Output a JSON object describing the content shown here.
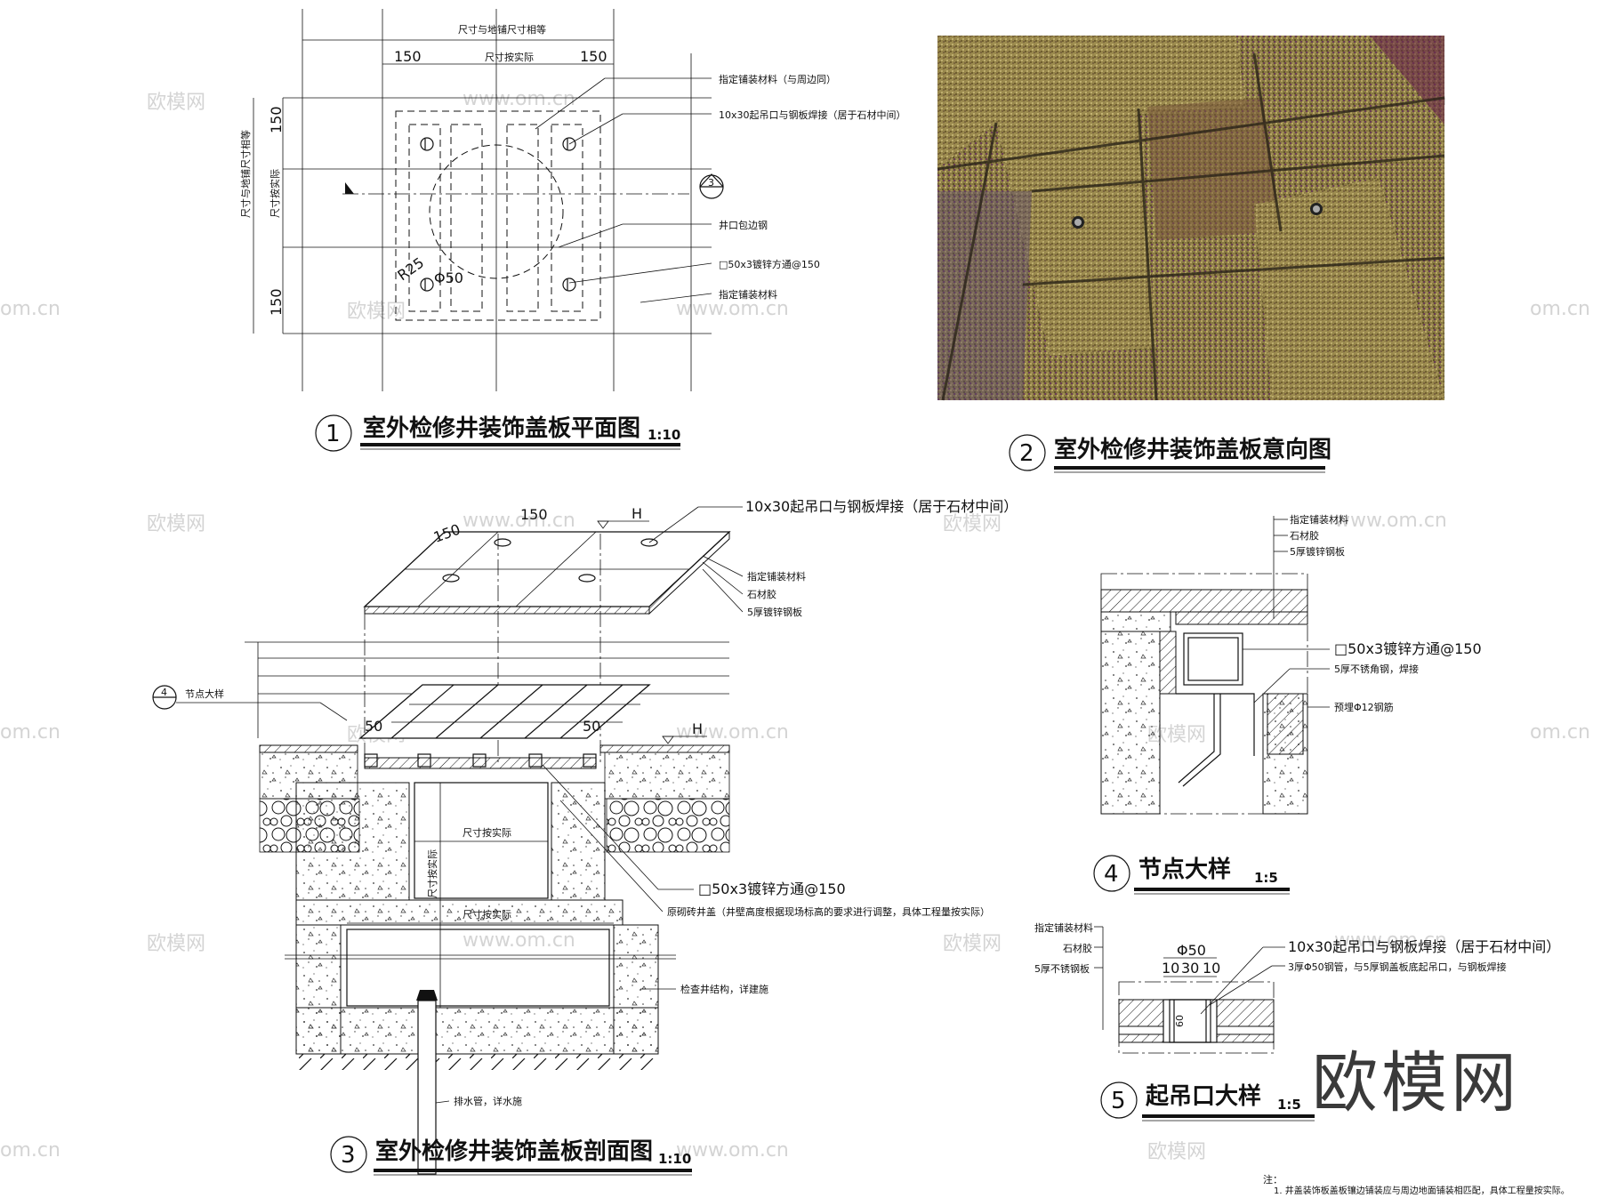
{
  "watermark": {
    "brand": "欧模网",
    "url": "www.om.cn",
    "url_short": "om.cn"
  },
  "detail1": {
    "number": "1",
    "title": "室外检修井装饰盖板平面图",
    "scale": "1:10",
    "dims": {
      "top_left": "150",
      "top_right": "150",
      "left_top": "150",
      "left_bottom": "150",
      "radius": "R25",
      "hole": "Φ50"
    },
    "dim_texts": {
      "overall_top": "尺寸与地铺尺寸相等",
      "inner_top": "尺寸按实际",
      "overall_left": "尺寸与地铺尺寸相等",
      "inner_left": "尺寸按实际"
    },
    "callouts": [
      "指定铺装材料（与周边同）",
      "10x30起吊口与钢板焊接（居于石材中间）",
      "井口包边钢",
      "□50x3镀锌方通@150",
      "指定铺装材料"
    ],
    "section_mark": "3"
  },
  "detail2": {
    "number": "2",
    "title": "室外检修井装饰盖板意向图"
  },
  "detail3": {
    "number": "3",
    "title": "室外检修井装饰盖板剖面图",
    "scale": "1:10",
    "dims": {
      "d150a": "150",
      "d150b": "150",
      "d50a": "50",
      "d50b": "50",
      "h1": "H",
      "h2": "H"
    },
    "callouts": [
      "10x30起吊口与钢板焊接（居于石材中间）",
      "指定铺装材料",
      "石材胶",
      "5厚镀锌钢板",
      "□50x3镀锌方通@150",
      "原砌砖井盖（井壁高度根据现场标高的要求进行调整，具体工程量按实际）",
      "检查井结构，详建施",
      "排水管，详水施"
    ],
    "dim_texts": {
      "inner_w": "尺寸按实际",
      "inner_w2": "尺寸按实际",
      "inner_h": "尺寸按实际"
    },
    "node_ref": {
      "label": "4",
      "text": "节点大样"
    }
  },
  "detail4": {
    "number": "4",
    "title": "节点大样",
    "scale": "1:5",
    "callouts": [
      "指定铺装材料",
      "石材胶",
      "5厚镀锌钢板",
      "□50x3镀锌方通@150",
      "5厚不锈角钢，焊接",
      "预埋Φ12钢筋"
    ]
  },
  "detail5": {
    "number": "5",
    "title": "起吊口大样",
    "scale": "1:5",
    "left_labels": [
      "指定铺装材料",
      "石材胶",
      "5厚不锈钢板"
    ],
    "dims": {
      "d50": "Φ50",
      "d10a": "10",
      "d30": "30",
      "d10b": "10"
    },
    "callouts": [
      "10x30起吊口与钢板焊接（居于石材中间）",
      "3厚Φ50钢管，与5厚钢盖板底起吊口，与钢板焊接"
    ]
  },
  "footnote": {
    "prefix": "注：",
    "text": "1. 井盖装饰板盖板镶边铺装应与周边地面铺装相匹配，具体工程量按实际。"
  }
}
